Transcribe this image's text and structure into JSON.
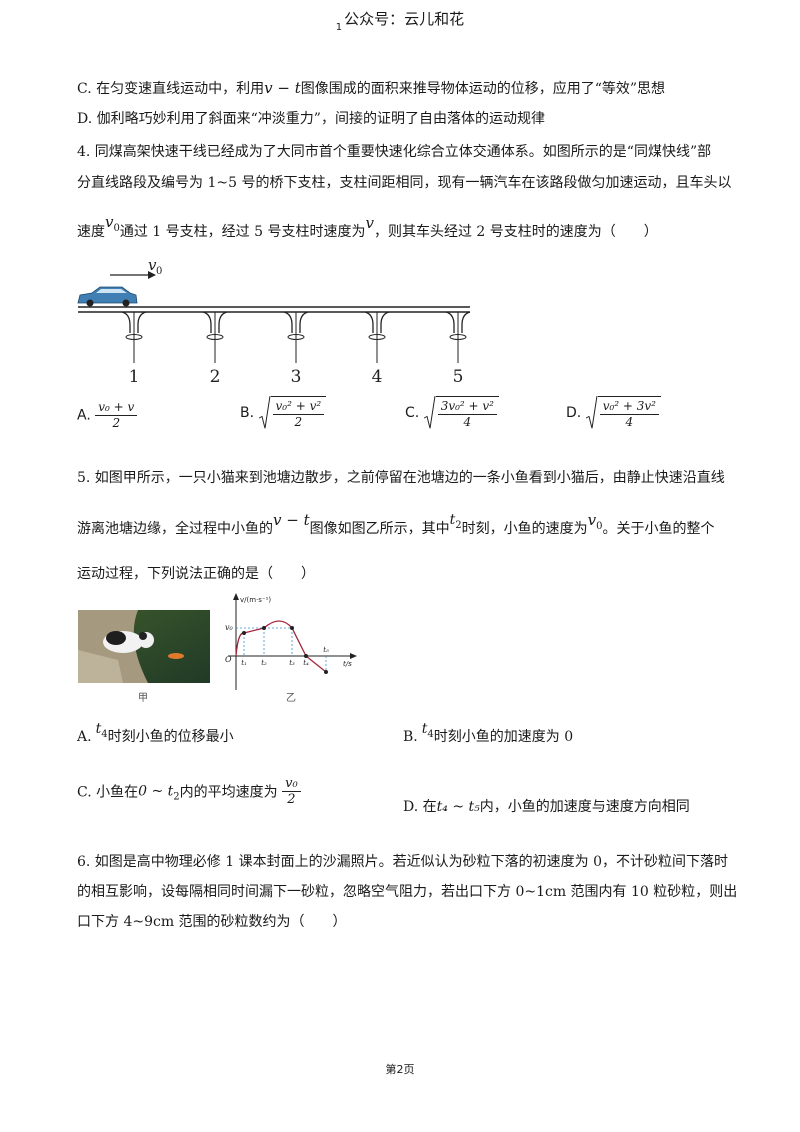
{
  "header": {
    "page_no": "1",
    "title": "公众号：云儿和花"
  },
  "q3": {
    "optC_pre": "C. 在匀变速直线运动中，利用",
    "optC_math": "v − t",
    "optC_post": "图像围成的面积来推导物体运动的位移，应用了“等效”思想",
    "optD": "D. 伽利略巧妙利用了斜面来“冲淡重力”，间接的证明了自由落体的运动规律"
  },
  "q4": {
    "line1": "4. 同煤高架快速干线已经成为了大同市首个重要快速化综合立体交通体系。如图所示的是“同煤快线”部",
    "line2": "分直线路段及编号为 1~5 号的桥下支柱，支柱间距相同，现有一辆汽车在该路段做匀加速运动，且车头以",
    "line3_a": "速度",
    "line3_v0": "v",
    "line3_v0sub": "0",
    "line3_b": "通过 1 号支柱，经过 5 号支柱时速度为",
    "line3_v": "v",
    "line3_c": "，则其车头经过 2 号支柱时的速度为（　　）",
    "figure": {
      "v0_label": "v",
      "v0_sub": "0",
      "pillar_labels": [
        "1",
        "2",
        "3",
        "4",
        "5"
      ]
    },
    "options": {
      "A_label": "A.",
      "B_label": "B.",
      "C_label": "C.",
      "D_label": "D.",
      "A_num": "v₀ + v",
      "A_den": "2",
      "B_num": "v₀² + v²",
      "B_den": "2",
      "C_num": "3v₀² + v²",
      "C_den": "4",
      "D_num": "v₀² + 3v²",
      "D_den": "4"
    }
  },
  "q5": {
    "line1": "5. 如图甲所示，一只小猫来到池塘边散步，之前停留在池塘边的一条小鱼看到小猫后，由静止快速沿直线",
    "line2_a": "游离池塘边缘，全过程中小鱼的",
    "line2_math": "v − t",
    "line2_b": "图像如图乙所示，其中",
    "line2_t": "t",
    "line2_tsub": "2",
    "line2_c": "时刻，小鱼的速度为",
    "line2_v": "v",
    "line2_vsub": "0",
    "line2_d": "。关于小鱼的整个",
    "line3": "运动过程，下列说法正确的是（　　）",
    "fig_caption_left": "甲",
    "fig_caption_right": "乙",
    "graph": {
      "ylabel": "v/(m·s⁻¹)",
      "xlabel": "t/s",
      "v0": "v₀",
      "origin": "O",
      "ticks": [
        "t₁",
        "t₂",
        "t₃",
        "t₄",
        "t₅"
      ]
    },
    "optA_pre": "A.",
    "optA_t": "t",
    "optA_tsub": "4",
    "optA_post": "时刻小鱼的位移最小",
    "optB_pre": "B.",
    "optB_t": "t",
    "optB_tsub": "4",
    "optB_post": "时刻小鱼的加速度为 0",
    "optC_pre": "C. 小鱼在",
    "optC_range": "0 ~ t",
    "optC_rangesub": "2",
    "optC_mid": "内的平均速度为",
    "optC_fnum": "v₀",
    "optC_fden": "2",
    "optD_pre": "D. 在",
    "optD_range": "t₄ ~ t₅",
    "optD_post": "内，小鱼的加速度与速度方向相同"
  },
  "q6": {
    "line1": "6. 如图是高中物理必修 1 课本封面上的沙漏照片。若近似认为砂粒下落的初速度为 0，不计砂粒间下落时",
    "line2": "的相互影响，设每隔相同时间漏下一砂粒，忽略空气阻力，若出口下方 0~1cm 范围内有 10 粒砂粒，则出",
    "line3": "口下方 4~9cm 范围的砂粒数约为（　　）"
  },
  "footer": {
    "page": "第2页"
  }
}
